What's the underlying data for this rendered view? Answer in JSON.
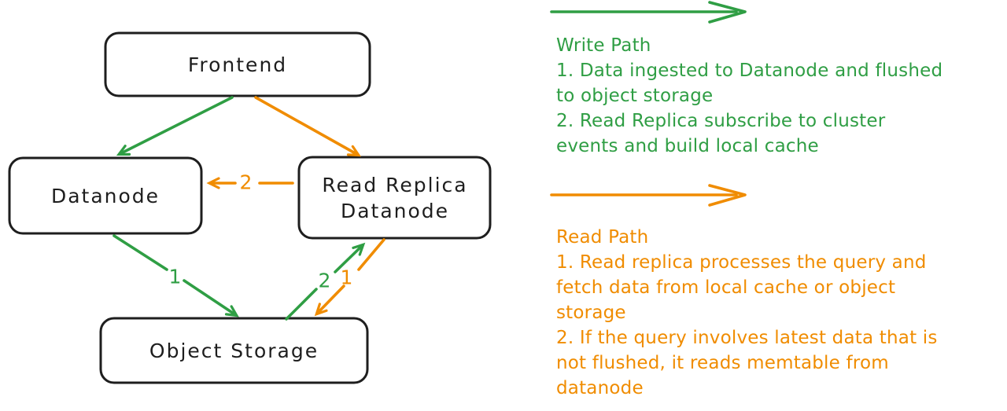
{
  "diagram": {
    "nodes": {
      "frontend": {
        "label": "Frontend"
      },
      "datanode": {
        "label": "Datanode"
      },
      "read_replica": {
        "label": "Read Replica Datanode"
      },
      "object_storage": {
        "label": "Object Storage"
      }
    },
    "edge_labels": {
      "write_datanode_to_storage": "1",
      "write_storage_to_replica": "2",
      "read_replica_to_storage": "1",
      "read_replica_to_datanode": "2"
    }
  },
  "legend": {
    "write": {
      "title": "Write Path",
      "lines": [
        "Write Path",
        "1. Data ingested to Datanode and flushed",
        "to object storage",
        "2. Read Replica subscribe to cluster",
        "events and build local cache"
      ]
    },
    "read": {
      "title": "Read Path",
      "lines": [
        "Read Path",
        "1. Read replica processes the query and",
        "fetch data from local cache or object",
        "storage",
        "2. If the query involves latest data that is",
        "not flushed, it reads memtable from",
        "datanode"
      ]
    }
  },
  "icons": {
    "write-path-arrow-icon": "→",
    "read-path-arrow-icon": "→"
  },
  "colors": {
    "write_path": "#2f9e44",
    "read_path": "#f08c00",
    "node_stroke": "#1e1e1e",
    "background": "#ffffff"
  }
}
